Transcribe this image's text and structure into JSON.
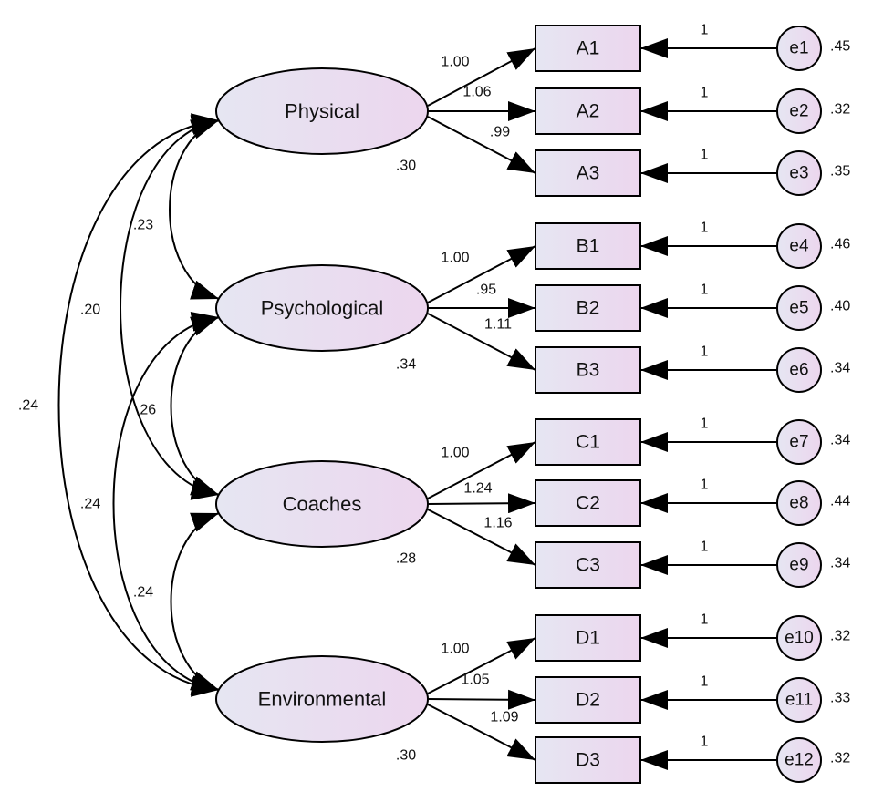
{
  "factors": [
    {
      "id": "physical",
      "label": "Physical",
      "variance": ".30",
      "loadings": [
        "1.00",
        "1.06",
        ".99"
      ],
      "indicators": [
        {
          "label": "A1",
          "error": "e1",
          "error_fix": "1",
          "error_var": ".45"
        },
        {
          "label": "A2",
          "error": "e2",
          "error_fix": "1",
          "error_var": ".32"
        },
        {
          "label": "A3",
          "error": "e3",
          "error_fix": "1",
          "error_var": ".35"
        }
      ]
    },
    {
      "id": "psychological",
      "label": "Psychological",
      "variance": ".34",
      "loadings": [
        "1.00",
        ".95",
        "1.11"
      ],
      "indicators": [
        {
          "label": "B1",
          "error": "e4",
          "error_fix": "1",
          "error_var": ".46"
        },
        {
          "label": "B2",
          "error": "e5",
          "error_fix": "1",
          "error_var": ".40"
        },
        {
          "label": "B3",
          "error": "e6",
          "error_fix": "1",
          "error_var": ".34"
        }
      ]
    },
    {
      "id": "coaches",
      "label": "Coaches",
      "variance": ".28",
      "loadings": [
        "1.00",
        "1.24",
        "1.16"
      ],
      "indicators": [
        {
          "label": "C1",
          "error": "e7",
          "error_fix": "1",
          "error_var": ".34"
        },
        {
          "label": "C2",
          "error": "e8",
          "error_fix": "1",
          "error_var": ".44"
        },
        {
          "label": "C3",
          "error": "e9",
          "error_fix": "1",
          "error_var": ".34"
        }
      ]
    },
    {
      "id": "environmental",
      "label": "Environmental",
      "variance": ".30",
      "loadings": [
        "1.00",
        "1.05",
        "1.09"
      ],
      "indicators": [
        {
          "label": "D1",
          "error": "e10",
          "error_fix": "1",
          "error_var": ".32"
        },
        {
          "label": "D2",
          "error": "e11",
          "error_fix": "1",
          "error_var": ".33"
        },
        {
          "label": "D3",
          "error": "e12",
          "error_fix": "1",
          "error_var": ".32"
        }
      ]
    }
  ],
  "covariances": [
    {
      "from": "physical",
      "to": "psychological",
      "value": ".23"
    },
    {
      "from": "physical",
      "to": "coaches",
      "value": ".20"
    },
    {
      "from": "physical",
      "to": "environmental",
      "value": ".24"
    },
    {
      "from": "psychological",
      "to": "coaches",
      "value": ".26"
    },
    {
      "from": "psychological",
      "to": "environmental",
      "value": ".24"
    },
    {
      "from": "coaches",
      "to": "environmental",
      "value": ".24"
    }
  ],
  "colors": {
    "fill_start": "#e6e6f2",
    "fill_end": "#ecd6ee",
    "stroke": "#000000"
  }
}
